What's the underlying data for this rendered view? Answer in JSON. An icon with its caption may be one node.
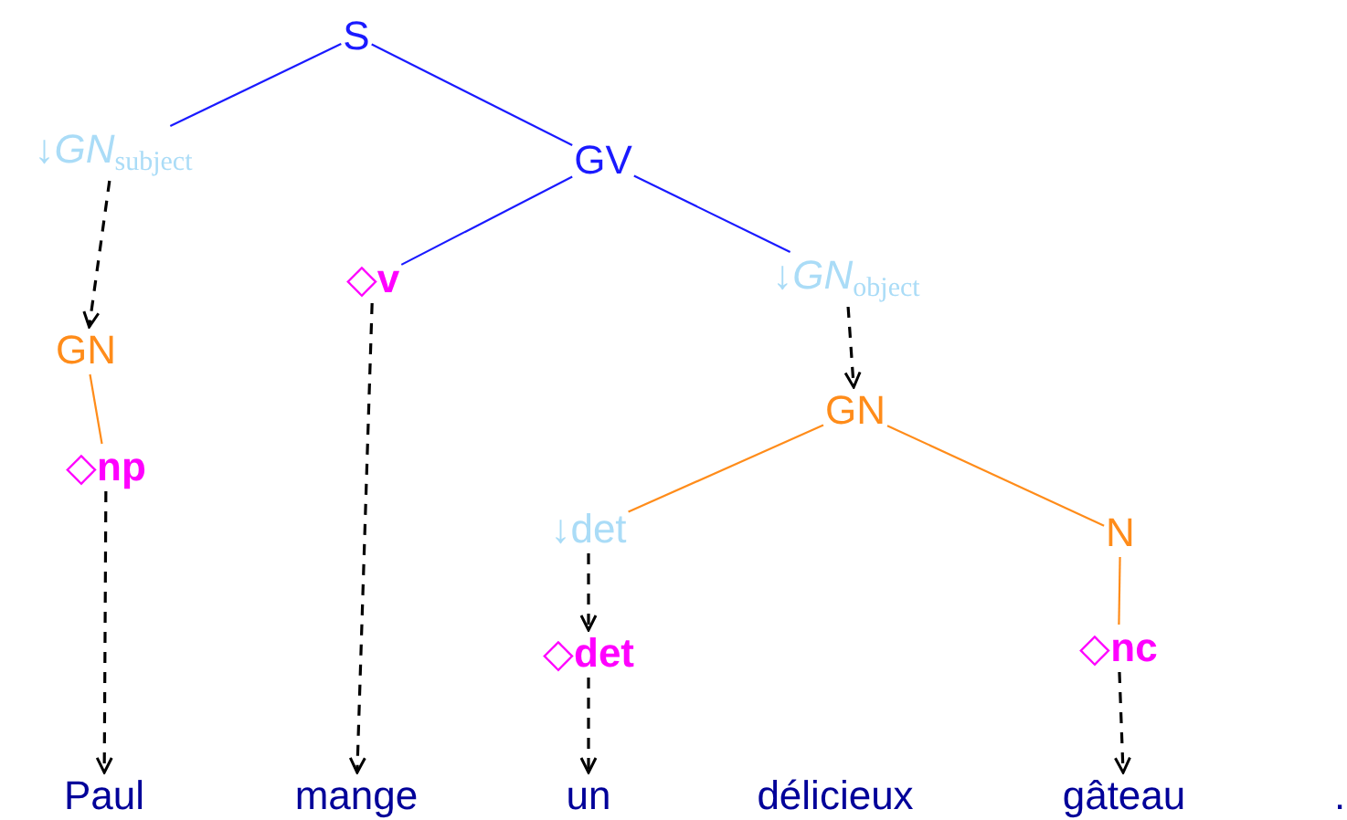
{
  "diagram": {
    "nodes": [
      {
        "text": [
          "S"
        ]
      },
      {
        "text": [
          "↓*GN*$_{subject}$"
        ]
      },
      {
        "text": [
          "GV"
        ]
      },
      {
        "text": [
          "◇**v**"
        ]
      },
      {
        "text": [
          "↓*GN*$_{object}$"
        ]
      },
      {
        "text": [
          "GN"
        ]
      },
      {
        "text": [
          "GN"
        ]
      },
      {
        "text": [
          "◇**np**"
        ]
      },
      {
        "text": [
          "↓det"
        ]
      },
      {
        "text": [
          "N"
        ]
      },
      {
        "text": [
          "◇**det**"
        ]
      },
      {
        "text": [
          "◇**nc**"
        ]
      },
      {
        "text": [
          "Paul"
        ]
      },
      {
        "text": [
          "mange"
        ]
      },
      {
        "text": [
          "un"
        ]
      },
      {
        "text": [
          "délicieux"
        ]
      },
      {
        "text": [
          "gâteau"
        ]
      },
      {
        "text": [
          "."
        ]
      }
    ],
    "edges": [
      {
        "from": 0,
        "to": 1,
        "arrow": "none",
        "color": "#1a1aff"
      },
      {
        "from": 0,
        "to": 2,
        "arrow": "none",
        "color": "#1a1aff"
      },
      {
        "from": 2,
        "to": 3,
        "arrow": "none",
        "color": "#1a1aff"
      },
      {
        "from": 2,
        "to": 4,
        "arrow": "none",
        "color": "#1a1aff"
      },
      {
        "from": 1,
        "to": 5,
        "arrow": "to",
        "style": "dashed"
      },
      {
        "from": 4,
        "to": 6,
        "arrow": "to",
        "style": "dashed"
      },
      {
        "from": 5,
        "to": 7,
        "arrow": "none",
        "color": "#ff8c1a"
      },
      {
        "from": 6,
        "to": 8,
        "arrow": "none",
        "color": "#ff8c1a"
      },
      {
        "from": 6,
        "to": 9,
        "arrow": "none",
        "color": "#ff8c1a"
      },
      {
        "from": 7,
        "to": 12,
        "arrow": "to",
        "style": "dashed"
      },
      {
        "from": 3,
        "to": 13,
        "arrow": "to",
        "style": "dashed"
      },
      {
        "from": 8,
        "to": 10,
        "arrow": "to",
        "style": "dashed"
      },
      {
        "from": 10,
        "to": 14,
        "arrow": "to",
        "style": "dashed"
      },
      {
        "from": 9,
        "to": 11,
        "arrow": "none",
        "color": "#ff8c1a"
      },
      {
        "from": 11,
        "to": 16,
        "arrow": "to",
        "style": "dashed"
      }
    ]
  }
}
